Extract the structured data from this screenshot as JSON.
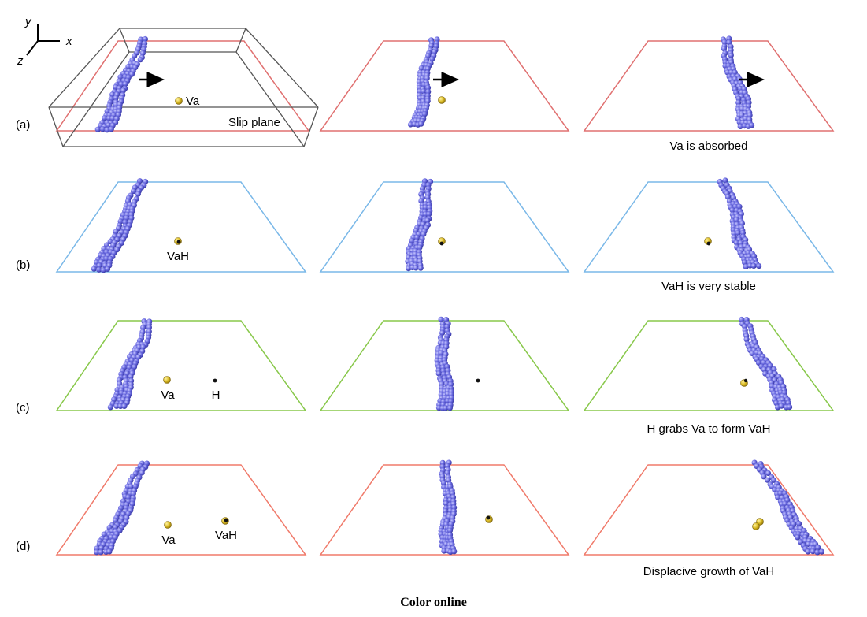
{
  "axes_legend": {
    "y": "y",
    "x": "x",
    "z": "z"
  },
  "row_labels": [
    "(a)",
    "(b)",
    "(c)",
    "(d)"
  ],
  "row_colors": [
    "#e07070",
    "#7ab8e8",
    "#88c84a",
    "#f07a6a"
  ],
  "cell_labels": {
    "a1_va": "Va",
    "a1_slip": "Slip plane",
    "a3_caption": "Va is absorbed",
    "b1_vah": "VaH",
    "b3_caption": "VaH is very stable",
    "c1_va": "Va",
    "c1_h": "H",
    "c3_caption": "H grabs Va to form VaH",
    "d1_va": "Va",
    "d1_vah": "VaH",
    "d3_caption": "Displacive growth of VaH"
  },
  "icons": [
    "arrow-icon",
    "axes-icon",
    "vacancy-icon",
    "hydrogen-icon",
    "atom-icon"
  ],
  "colors": {
    "atom": "#6a6ae0",
    "vacancy": "#d8b820",
    "hydrogen": "#111111",
    "box": "#555555"
  },
  "footer": "Color online"
}
